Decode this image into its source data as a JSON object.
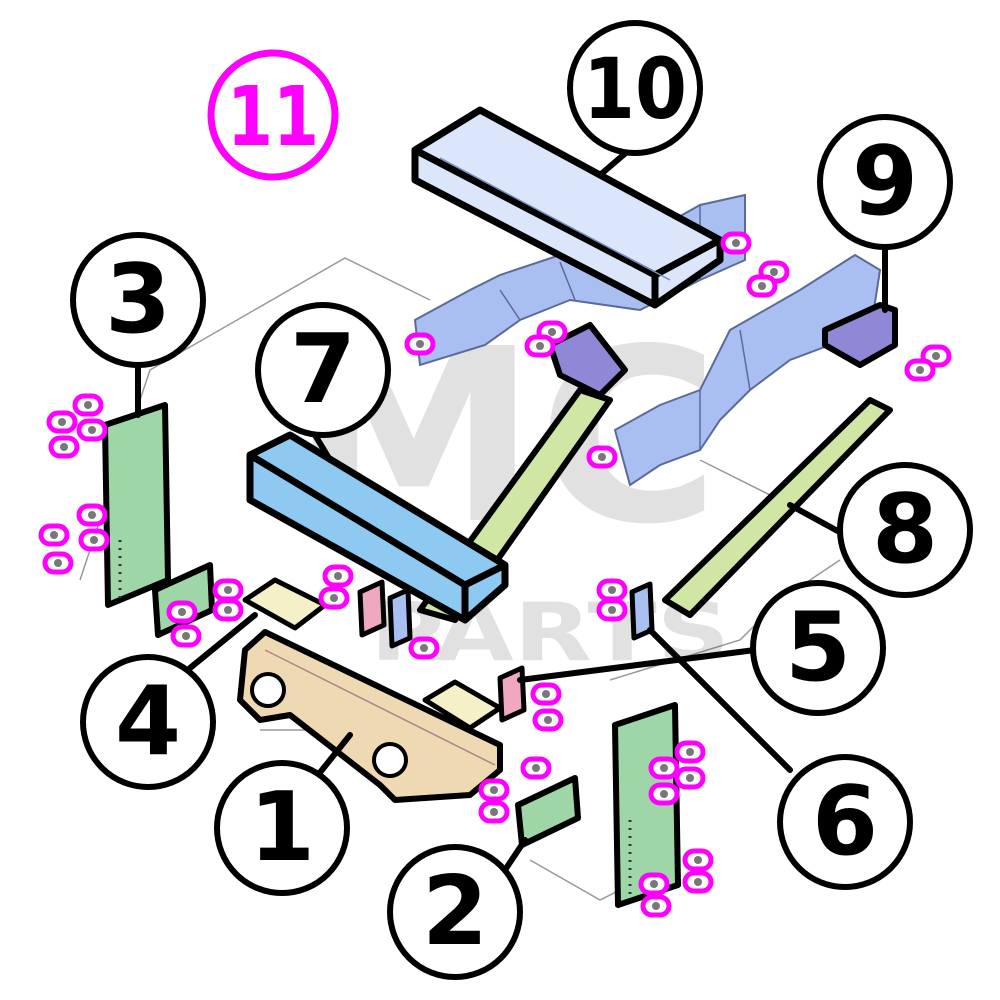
{
  "diagram": {
    "watermark": {
      "line1": "MC",
      "line2": "PARTS"
    },
    "hardware_callout": {
      "number": "11",
      "color": "#ff00ff"
    },
    "callouts": [
      {
        "id": "1",
        "part": "main-crossbar"
      },
      {
        "id": "2",
        "part": "small-plate-right"
      },
      {
        "id": "3",
        "part": "tall-plate-left"
      },
      {
        "id": "4",
        "part": "spacer-pads"
      },
      {
        "id": "5",
        "part": "pink-spacer"
      },
      {
        "id": "6",
        "part": "small-spacer-right"
      },
      {
        "id": "7",
        "part": "channel-beam"
      },
      {
        "id": "8",
        "part": "long-bar-right"
      },
      {
        "id": "9",
        "part": "angle-bracket-right"
      },
      {
        "id": "10",
        "part": "upper-channel-beam"
      }
    ],
    "colors": {
      "frame_blue": "#a9bff2",
      "channel_light": "#dbe6fb",
      "channel_cyan": "#8ec9f2",
      "bar_green": "#cfe6a4",
      "plate_green": "#9fd6a8",
      "crossbar_tan": "#efd9b3",
      "pad_yellow": "#f6f0c8",
      "spacer_pink": "#f0a8c0",
      "bracket_purple": "#8f88d6",
      "hardware": "#ff00ff"
    }
  }
}
